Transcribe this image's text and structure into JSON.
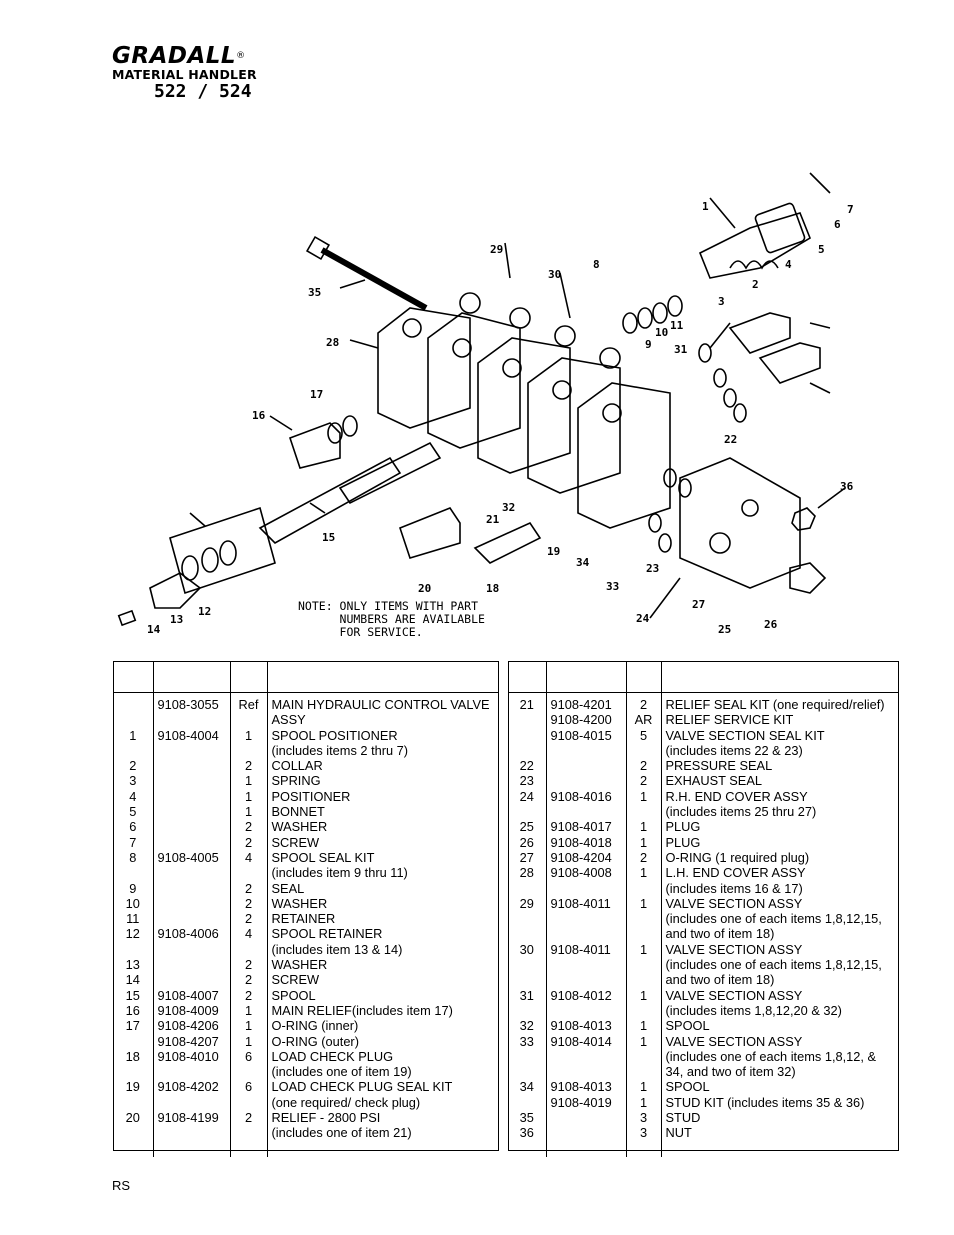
{
  "header": {
    "brand": "GRADALL",
    "registered_mark": "®",
    "subtitle": "MATERIAL HANDLER",
    "model": "522 / 524"
  },
  "diagram": {
    "callouts": [
      "1",
      "2",
      "3",
      "4",
      "5",
      "6",
      "7",
      "8",
      "9",
      "10",
      "11",
      "12",
      "13",
      "14",
      "15",
      "16",
      "17",
      "18",
      "19",
      "20",
      "21",
      "22",
      "23",
      "24",
      "25",
      "26",
      "27",
      "28",
      "29",
      "30",
      "31",
      "32",
      "33",
      "34",
      "35",
      "36"
    ],
    "note_lines": [
      "NOTE: ONLY ITEMS WITH PART",
      "      NUMBERS ARE AVAILABLE",
      "      FOR SERVICE."
    ]
  },
  "parts_left": [
    {
      "item": "",
      "part": "9108-3055",
      "qty": "Ref",
      "desc": "MAIN HYDRAULIC CONTROL VALVE ASSY"
    },
    {
      "item": "1",
      "part": "9108-4004",
      "qty": "1",
      "desc": "SPOOL POSITIONER\n(includes items 2 thru 7)"
    },
    {
      "item": "2",
      "part": "",
      "qty": "2",
      "desc": "COLLAR"
    },
    {
      "item": "3",
      "part": "",
      "qty": "1",
      "desc": "SPRING"
    },
    {
      "item": "4",
      "part": "",
      "qty": "1",
      "desc": "POSITIONER"
    },
    {
      "item": "5",
      "part": "",
      "qty": "1",
      "desc": "BONNET"
    },
    {
      "item": "6",
      "part": "",
      "qty": "2",
      "desc": "WASHER"
    },
    {
      "item": "7",
      "part": "",
      "qty": "2",
      "desc": "SCREW"
    },
    {
      "item": "8",
      "part": "9108-4005",
      "qty": "4",
      "desc": "SPOOL SEAL KIT\n(includes item 9 thru 11)"
    },
    {
      "item": "9",
      "part": "",
      "qty": "2",
      "desc": "SEAL"
    },
    {
      "item": "10",
      "part": "",
      "qty": "2",
      "desc": "WASHER"
    },
    {
      "item": "11",
      "part": "",
      "qty": "2",
      "desc": "RETAINER"
    },
    {
      "item": "12",
      "part": "9108-4006",
      "qty": "4",
      "desc": "SPOOL RETAINER\n(includes item 13 & 14)"
    },
    {
      "item": "13",
      "part": "",
      "qty": "2",
      "desc": "WASHER"
    },
    {
      "item": "14",
      "part": "",
      "qty": "2",
      "desc": "SCREW"
    },
    {
      "item": "15",
      "part": "9108-4007",
      "qty": "2",
      "desc": "SPOOL"
    },
    {
      "item": "16",
      "part": "9108-4009",
      "qty": "1",
      "desc": "MAIN RELIEF(includes item 17)"
    },
    {
      "item": "17",
      "part": "9108-4206",
      "qty": "1",
      "desc": "O-RING (inner)"
    },
    {
      "item": "",
      "part": "9108-4207",
      "qty": "1",
      "desc": "O-RING (outer)"
    },
    {
      "item": "18",
      "part": "9108-4010",
      "qty": "6",
      "desc": "LOAD CHECK PLUG\n(includes one of item 19)"
    },
    {
      "item": "19",
      "part": "9108-4202",
      "qty": "6",
      "desc": "LOAD CHECK PLUG SEAL KIT\n(one required/ check plug)"
    },
    {
      "item": "20",
      "part": "9108-4199",
      "qty": "2",
      "desc": "RELIEF - 2800 PSI\n(includes one of item 21)"
    }
  ],
  "parts_right": [
    {
      "item": "21",
      "part": "9108-4201",
      "qty": "2",
      "desc": "RELIEF SEAL KIT (one required/relief)"
    },
    {
      "item": "",
      "part": "9108-4200",
      "qty": "AR",
      "desc": "RELIEF SERVICE KIT"
    },
    {
      "item": "",
      "part": "9108-4015",
      "qty": "5",
      "desc": "VALVE SECTION SEAL KIT\n(includes items 22 & 23)"
    },
    {
      "item": "22",
      "part": "",
      "qty": "2",
      "desc": "PRESSURE SEAL"
    },
    {
      "item": "23",
      "part": "",
      "qty": "2",
      "desc": "EXHAUST SEAL"
    },
    {
      "item": "24",
      "part": "9108-4016",
      "qty": "1",
      "desc": "R.H. END COVER ASSY\n(includes items 25 thru 27)"
    },
    {
      "item": "25",
      "part": "9108-4017",
      "qty": "1",
      "desc": "PLUG"
    },
    {
      "item": "26",
      "part": "9108-4018",
      "qty": "1",
      "desc": "PLUG"
    },
    {
      "item": "27",
      "part": "9108-4204",
      "qty": "2",
      "desc": "O-RING (1 required plug)"
    },
    {
      "item": "28",
      "part": "9108-4008",
      "qty": "1",
      "desc": "L.H. END COVER ASSY\n(includes items 16 & 17)"
    },
    {
      "item": "29",
      "part": "9108-4011",
      "qty": "1",
      "desc": "VALVE SECTION ASSY\n(includes one of each items 1,8,12,15,\nand two of item 18)"
    },
    {
      "item": "30",
      "part": "9108-4011",
      "qty": "1",
      "desc": "VALVE SECTION ASSY\n(includes one of each items 1,8,12,15,\nand two of item 18)"
    },
    {
      "item": "31",
      "part": "9108-4012",
      "qty": "1",
      "desc": "VALVE SECTION ASSY\n(includes items 1,8,12,20 & 32)"
    },
    {
      "item": "32",
      "part": "9108-4013",
      "qty": "1",
      "desc": "SPOOL"
    },
    {
      "item": "33",
      "part": "9108-4014",
      "qty": "1",
      "desc": "VALVE SECTION ASSY\n(includes one of each items 1,8,12, &\n34, and two of item 32)"
    },
    {
      "item": "34",
      "part": "9108-4013",
      "qty": "1",
      "desc": "SPOOL"
    },
    {
      "item": "",
      "part": "9108-4019",
      "qty": "1",
      "desc": "STUD KIT (includes items 35 & 36)"
    },
    {
      "item": "35",
      "part": "",
      "qty": "3",
      "desc": "STUD"
    },
    {
      "item": "36",
      "part": "",
      "qty": "3",
      "desc": "NUT"
    }
  ],
  "footer": {
    "code": "RS"
  }
}
